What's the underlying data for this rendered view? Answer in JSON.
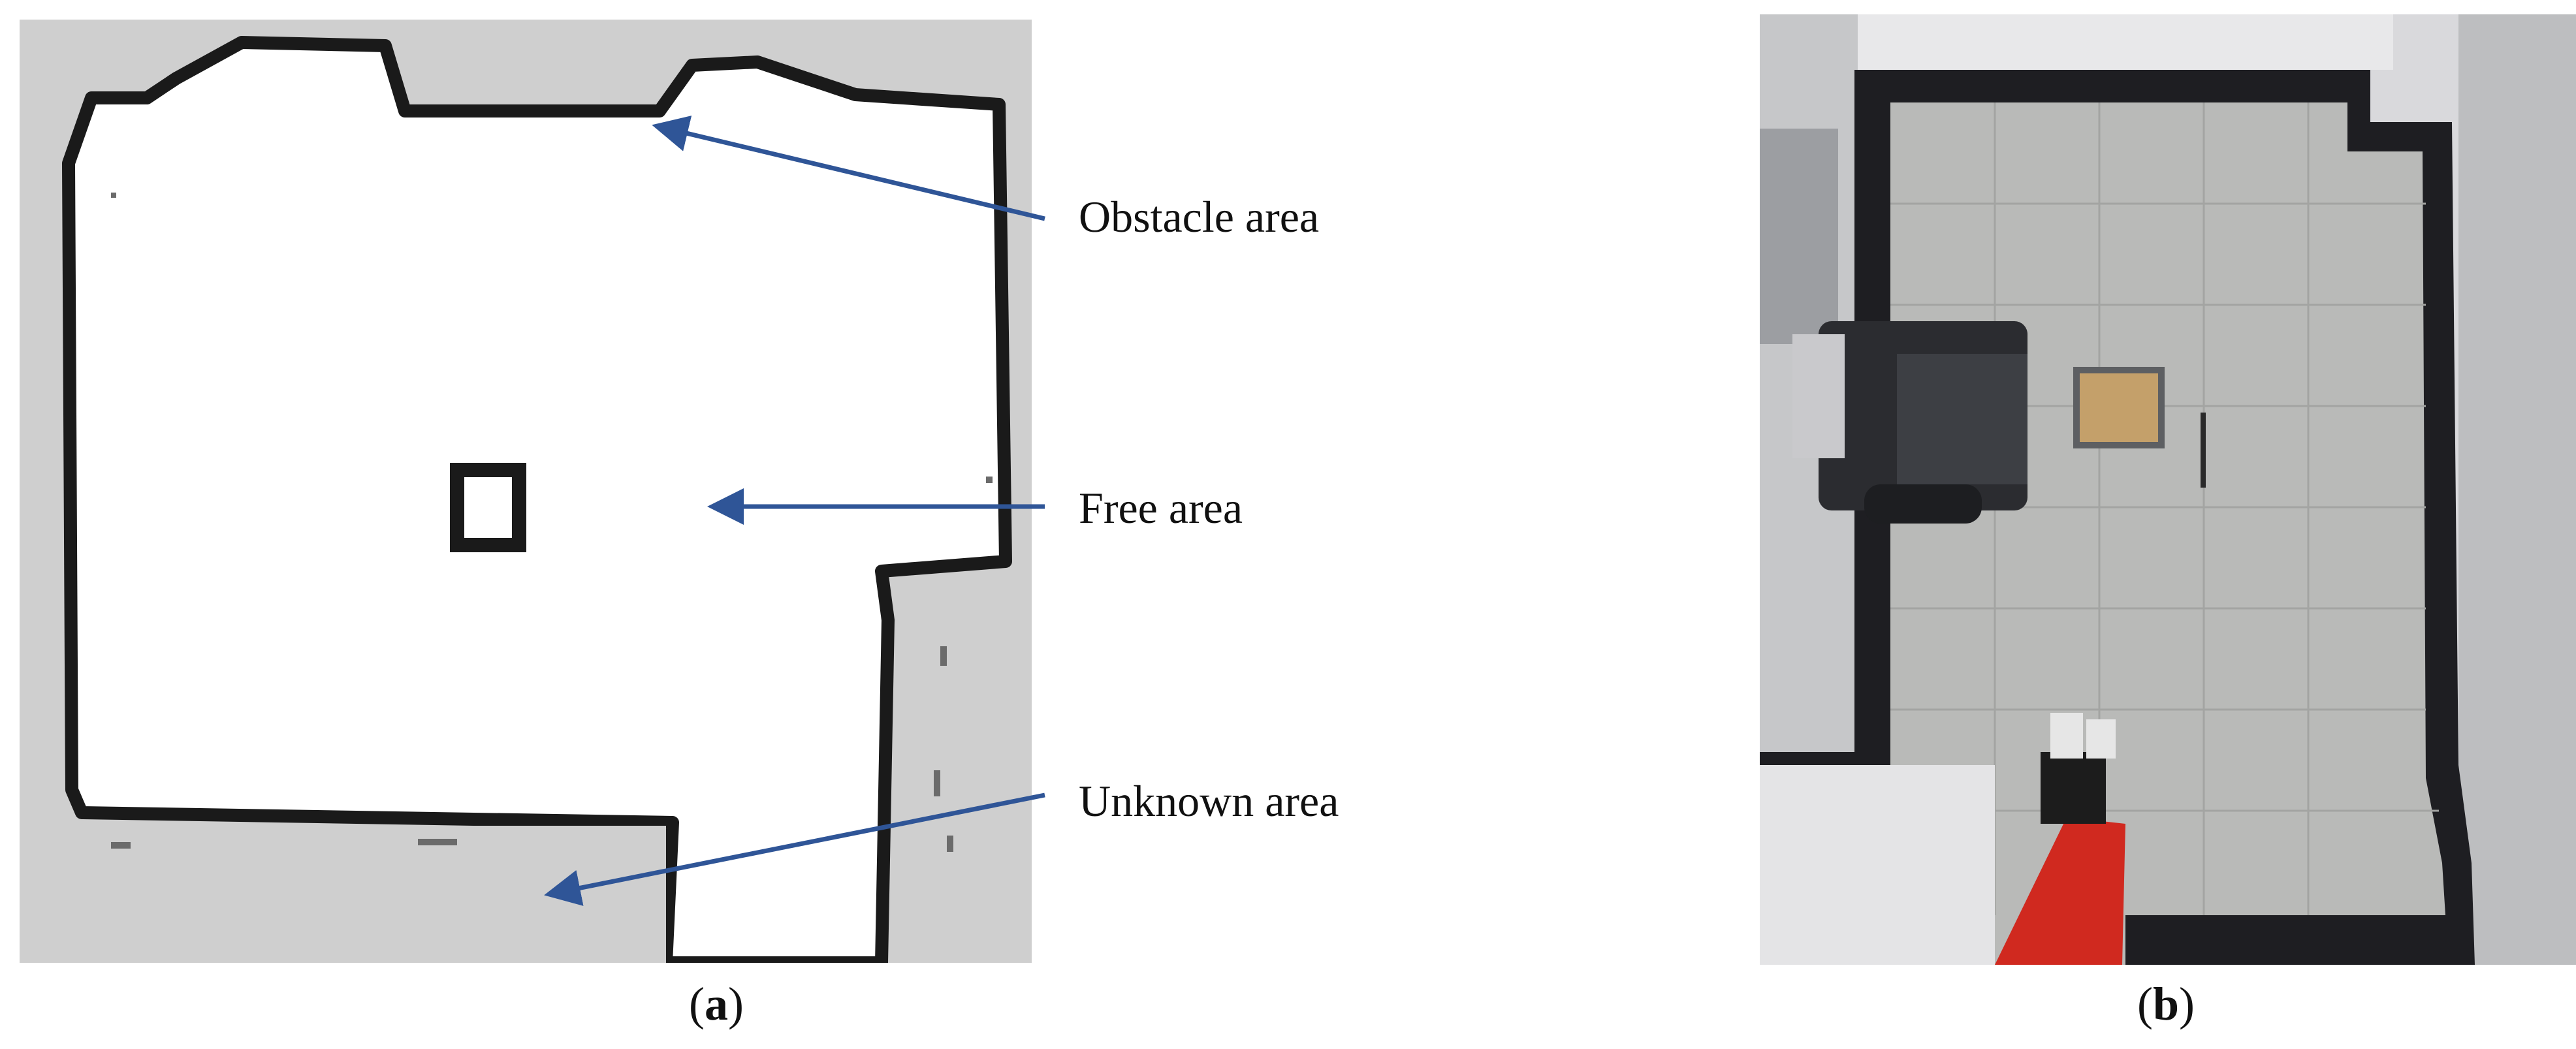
{
  "panel_a": {
    "annotations": {
      "obstacle": "Obstacle area",
      "free": "Free area",
      "unknown": "Unknown area"
    },
    "caption": {
      "open": "(",
      "letter": "a",
      "close": ")"
    }
  },
  "panel_b": {
    "caption": {
      "open": "(",
      "letter": "b",
      "close": ")"
    }
  },
  "colors": {
    "arrow": "#2f5597",
    "unknown_gray": "#cfcfcf",
    "free_white": "#ffffff",
    "obstacle_black": "#1a1a1a"
  }
}
